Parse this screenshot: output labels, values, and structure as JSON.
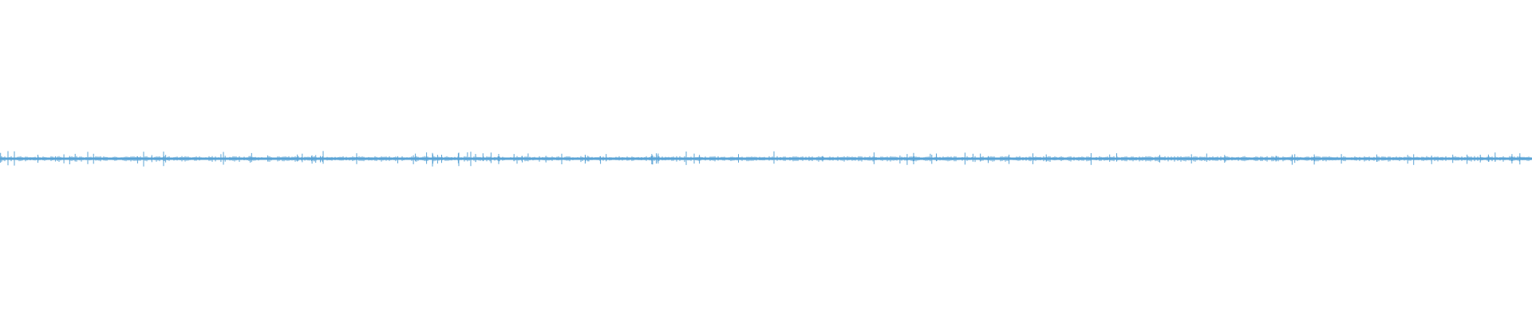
{
  "waveform": {
    "color": "#5ba4d6",
    "baseline_thickness": 3,
    "peak_count": 90,
    "large_peak_count": 16
  }
}
